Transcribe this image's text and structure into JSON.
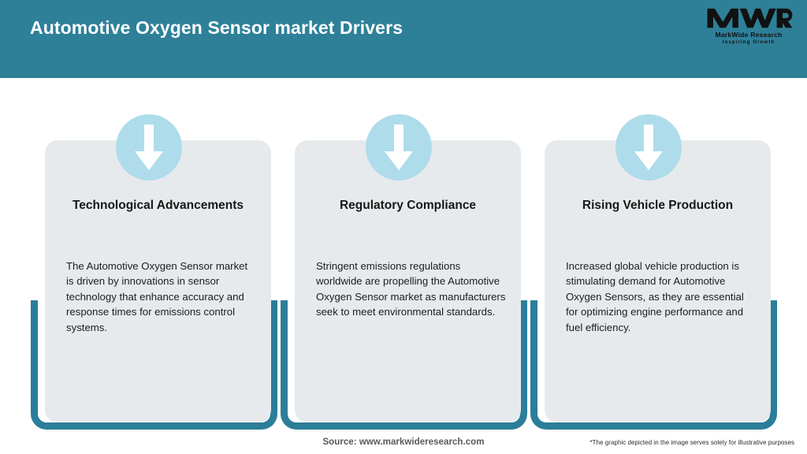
{
  "header": {
    "title": "Automotive Oxygen Sensor market Drivers",
    "background_color": "#2e8099",
    "title_color": "#ffffff"
  },
  "logo": {
    "mark": "MWR",
    "name": "MarkWide Research",
    "tagline": "Inspiring Growth"
  },
  "cards": [
    {
      "icon": "down-arrow-icon",
      "title": "Technological Advancements",
      "body": "The Automotive Oxygen Sensor market is driven by innovations in sensor technology that enhance accuracy and response times for emissions control systems."
    },
    {
      "icon": "down-arrow-icon",
      "title": "Regulatory Compliance",
      "body": "Stringent emissions regulations worldwide are propelling the Automotive Oxygen Sensor market as manufacturers seek to meet environmental standards."
    },
    {
      "icon": "down-arrow-icon",
      "title": "Rising Vehicle Production",
      "body": "Increased global vehicle production is stimulating demand for Automotive Oxygen Sensors, as they are essential for optimizing engine performance and fuel efficiency."
    }
  ],
  "footer": {
    "source": "Source: www.markwideresearch.com",
    "disclaimer": "*The graphic depicted in the image serves solely for illustrative purposes"
  },
  "colors": {
    "accent_teal": "#2e8099",
    "frame_teal": "#2b7e99",
    "card_gray": "#e7eaec",
    "badge_blue": "#aedcea",
    "arrow_white": "#ffffff"
  }
}
